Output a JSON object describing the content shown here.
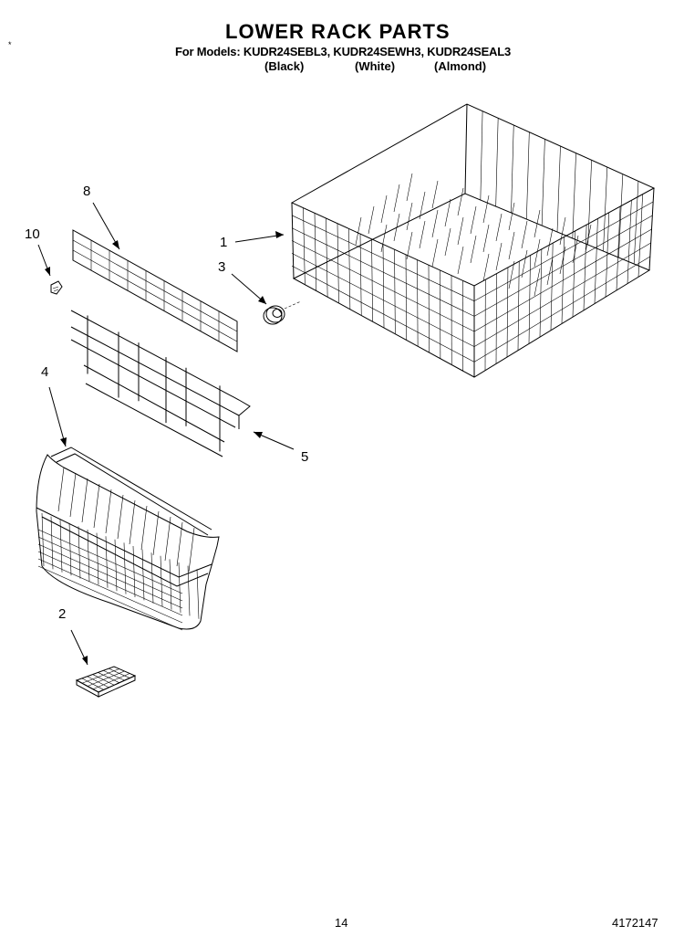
{
  "header": {
    "title": "LOWER RACK PARTS",
    "models": "For Models: KUDR24SEBL3, KUDR24SEWH3, KUDR24SEAL3",
    "colors": [
      "(Black)",
      "(White)",
      "(Almond)"
    ],
    "corner_mark": "*"
  },
  "callouts": [
    "1",
    "2",
    "3",
    "4",
    "5",
    "8",
    "10"
  ],
  "footer": {
    "page_number": "14",
    "document_number": "4172147"
  }
}
